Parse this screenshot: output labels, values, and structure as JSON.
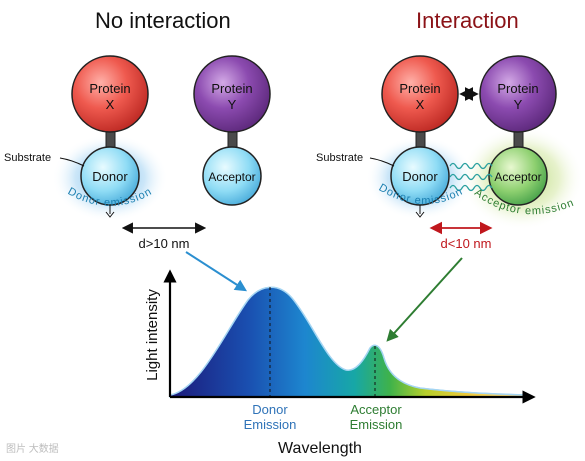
{
  "headings": {
    "left": "No interaction",
    "right": "Interaction",
    "right_color": "#8b1217"
  },
  "left_panel": {
    "protein_x": [
      "Protein",
      "X"
    ],
    "protein_y": [
      "Protein",
      "Y"
    ],
    "substrate": "Substrate",
    "donor": "Donor",
    "acceptor": "Acceptor",
    "donor_emission": "Donor emission",
    "distance": "d>10 nm"
  },
  "right_panel": {
    "protein_x": [
      "Protein",
      "X"
    ],
    "protein_y": [
      "Protein",
      "Y"
    ],
    "substrate": "Substrate",
    "donor": "Donor",
    "acceptor": "Acceptor",
    "donor_emission": "Donor emission",
    "acceptor_emission": "Acceptor emission",
    "distance": "d<10 nm"
  },
  "spectrum": {
    "ylabel": "Light intensity",
    "xlabel": "Wavelength",
    "donor_label": [
      "Donor",
      "Emission"
    ],
    "acceptor_label": [
      "Acceptor",
      "Emission"
    ],
    "donor_color": "#2f73b8",
    "acceptor_color": "#2e7d32"
  },
  "colors": {
    "protein_x": "#e8473f",
    "protein_y": "#7a3c9a",
    "donor_glow": "#6fb8e8",
    "acceptor_glow": "#b7d86a",
    "interaction_arrow": "#c0171d",
    "pointer_blue": "#2b8fd0",
    "pointer_green": "#2e7d32"
  },
  "watermark": "图片 大数据"
}
